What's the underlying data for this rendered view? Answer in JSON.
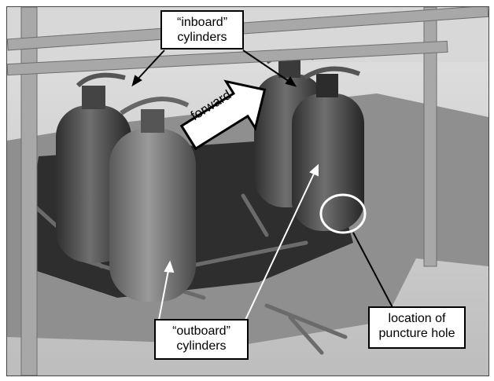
{
  "photo": {
    "description_icon": "photo-of-damaged-cylinders",
    "palette": {
      "floor": "#c9c9c9",
      "tarp": "#8f8f8f",
      "cylinder": "#4a4a4a",
      "frame": "#9e9e9e"
    }
  },
  "labels": {
    "inboard_line1": "“inboard”",
    "inboard_line2": "cylinders",
    "outboard_line1": "“outboard”",
    "outboard_line2": "cylinders",
    "puncture_line1": "location of",
    "puncture_line2": "puncture hole",
    "forward": "forward"
  }
}
